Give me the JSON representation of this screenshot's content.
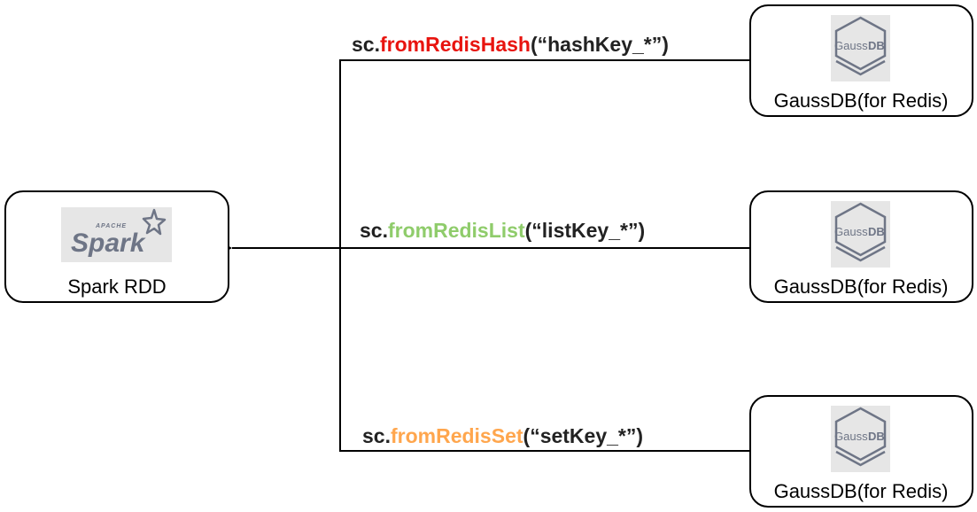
{
  "colors": {
    "hash": "#e8140f",
    "list": "#8fcc6b",
    "set": "#ffa64d",
    "edge": "#000000",
    "logo_bg": "#e6e6e6",
    "logo_fg": "#6e7586"
  },
  "spark": {
    "logo_top": "APACHE",
    "logo_main": "Spark",
    "label": "Spark RDD"
  },
  "redis_nodes": [
    {
      "logo_gauss": "Gauss",
      "logo_db": "DB",
      "label": "GaussDB(for Redis)"
    },
    {
      "logo_gauss": "Gauss",
      "logo_db": "DB",
      "label": "GaussDB(for Redis)"
    },
    {
      "logo_gauss": "Gauss",
      "logo_db": "DB",
      "label": "GaussDB(for Redis)"
    }
  ],
  "edges": [
    {
      "prefix": "sc.",
      "method": "fromRedisHash",
      "args": "(“hashKey_*”)"
    },
    {
      "prefix": "sc.",
      "method": "fromRedisList",
      "args": "(“listKey_*”)"
    },
    {
      "prefix": "sc.",
      "method": "fromRedisSet",
      "args": "(“setKey_*”)"
    }
  ]
}
